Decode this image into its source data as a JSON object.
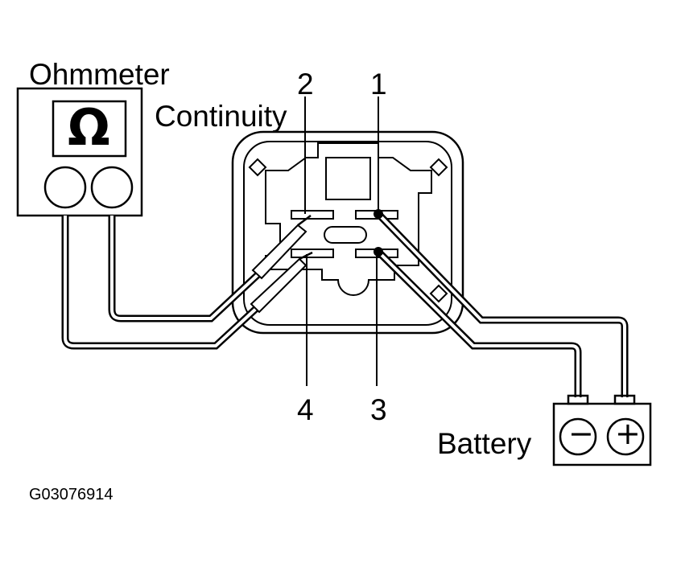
{
  "labels": {
    "ohmmeter": "Ohmmeter",
    "continuity": "Continuity",
    "battery": "Battery",
    "figure_code": "G03076914"
  },
  "ohmmeter_symbol": "Ω",
  "terminals": {
    "t1": "1",
    "t2": "2",
    "t3": "3",
    "t4": "4"
  },
  "battery_symbols": {
    "negative": "−",
    "positive": "+"
  }
}
